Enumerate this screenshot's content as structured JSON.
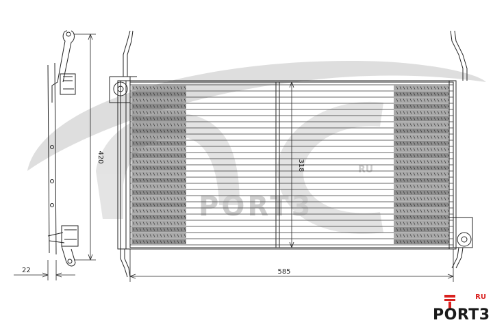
{
  "diagram": {
    "dimensions": {
      "side_height": "420",
      "core_height": "318",
      "width": "585",
      "depth": "22"
    }
  },
  "watermark": {
    "suffix": "RU",
    "text": "PORT3"
  },
  "logo": {
    "brand": "PORT3",
    "suffix": "RU",
    "accent_color": "#d9211f"
  }
}
